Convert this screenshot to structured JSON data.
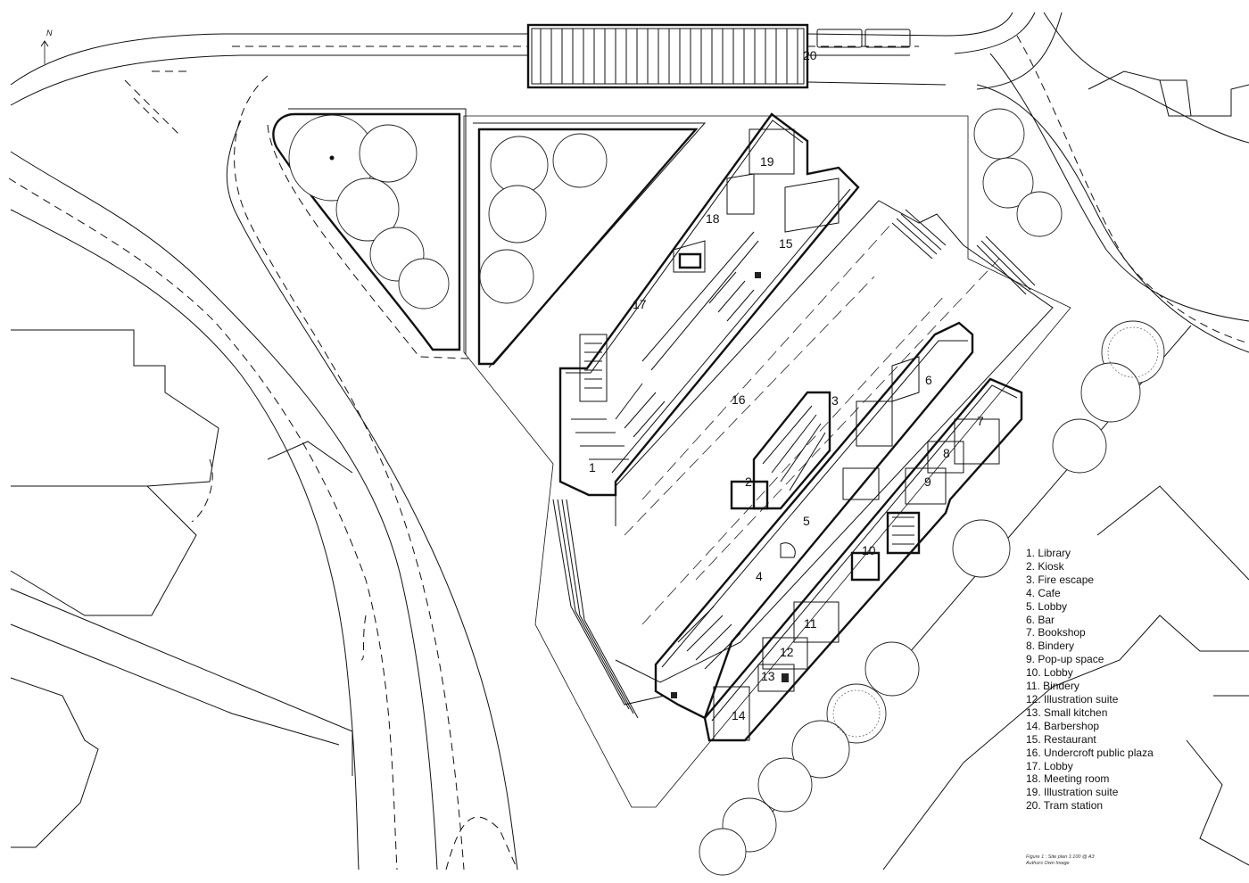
{
  "north_label": "N",
  "legend": [
    "1. Library",
    "2. Kiosk",
    "3. Fire escape",
    "4. Cafe",
    "5. Lobby",
    "6. Bar",
    "7. Bookshop",
    "8. Bindery",
    "9. Pop-up space",
    "10. Lobby",
    "11. Bindery",
    "12. Illustration suite",
    "13. Small kitchen",
    "14. Barbershop",
    "15. Restaurant",
    "16. Undercroft public plaza",
    "17. Lobby",
    "18. Meeting room",
    "19. Illustration suite",
    "20. Tram station"
  ],
  "room_numbers": [
    "1",
    "2",
    "3",
    "4",
    "5",
    "6",
    "7",
    "8",
    "9",
    "10",
    "11",
    "12",
    "13",
    "14",
    "15",
    "16",
    "17",
    "18",
    "19",
    "20"
  ],
  "caption": {
    "line1": "Figure 1 : Site plan 1:100 @ A3",
    "line2": "Authors Own Image"
  }
}
